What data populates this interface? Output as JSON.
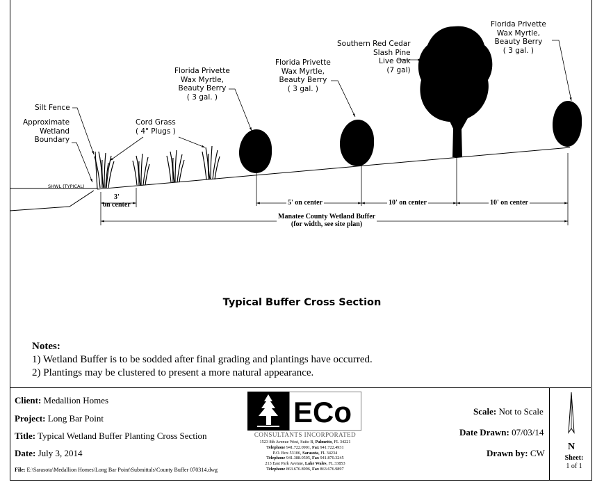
{
  "diagram": {
    "labels": {
      "silt_fence": "Silt Fence",
      "wetland_boundary": [
        "Approximate",
        "Wetland",
        "Boundary"
      ],
      "cord_grass": [
        "Cord Grass",
        "( 4\" Plugs )"
      ],
      "shrub_1": [
        "Florida Privette",
        "Wax Myrtle,",
        "Beauty Berry",
        "( 3 gal. )"
      ],
      "shrub_2": [
        "Florida Privette",
        "Wax Myrtle,",
        "Beauty Berry",
        "( 3 gal. )"
      ],
      "tree": [
        "Southern Red Cedar",
        "Slash Pine",
        "Live Oak",
        "(7 gal)"
      ],
      "shrub_3": [
        "Florida Privette",
        "Wax Myrtle,",
        "Beauty Berry",
        "( 3 gal. )"
      ],
      "shwl": "SHWL (TYPICAL)"
    },
    "dimensions": {
      "grass_spacing": [
        "3'",
        "on center"
      ],
      "d1": "5' on center",
      "d2": "10' on center",
      "d3": "10' on center",
      "buffer": [
        "Manatee County Wetland Buffer",
        "(for width, see site plan)"
      ]
    },
    "title": "Typical Buffer Cross Section"
  },
  "notes": {
    "heading": "Notes:",
    "items": [
      "1) Wetland Buffer is to be sodded after final grading and plantings have occurred.",
      "2) Plantings may be clustered to present a more natural appearance."
    ]
  },
  "title_block": {
    "client_label": "Client:",
    "client": "Medallion Homes",
    "project_label": "Project:",
    "project": "Long Bar Point",
    "title_label": "Title:",
    "title": "Typical Wetland Buffer Planting Cross Section",
    "date_label": "Date:",
    "date": "July 3, 2014",
    "file_label": "File:",
    "file": "E:\\Sarasota\\Medallion Homes\\Long Bar Point\\Submittals\\County Buffer 070314.dwg",
    "logo_text": "ECo",
    "consultants": "CONSULTANTS INCORPORATED",
    "address_lines": [
      [
        "1523 8th Avenue West, Suite B, ",
        "Palmetto",
        ", FL 34221"
      ],
      [
        "",
        "Telephone",
        " 941.722.0901, ",
        "Fax",
        " 941.722.4931"
      ],
      [
        "P.O. Box 53106, ",
        "Sarasota",
        ", FL 34234"
      ],
      [
        "",
        "Telephone",
        " 941.388.0505, ",
        "Fax",
        " 941.870.3245"
      ],
      [
        "213 East Park Avenue, ",
        "Lake Wales",
        ", FL 33853"
      ],
      [
        "",
        "Telephone",
        " 863.676.8996, ",
        "Fax",
        " 863.676.9897"
      ]
    ],
    "scale_label": "Scale:",
    "scale": "Not to Scale",
    "drawn_date_label": "Date Drawn:",
    "drawn_date": "07/03/14",
    "drawn_by_label": "Drawn by:",
    "drawn_by": "CW",
    "north": "N",
    "sheet_label": "Sheet:",
    "sheet": "1 of 1"
  }
}
